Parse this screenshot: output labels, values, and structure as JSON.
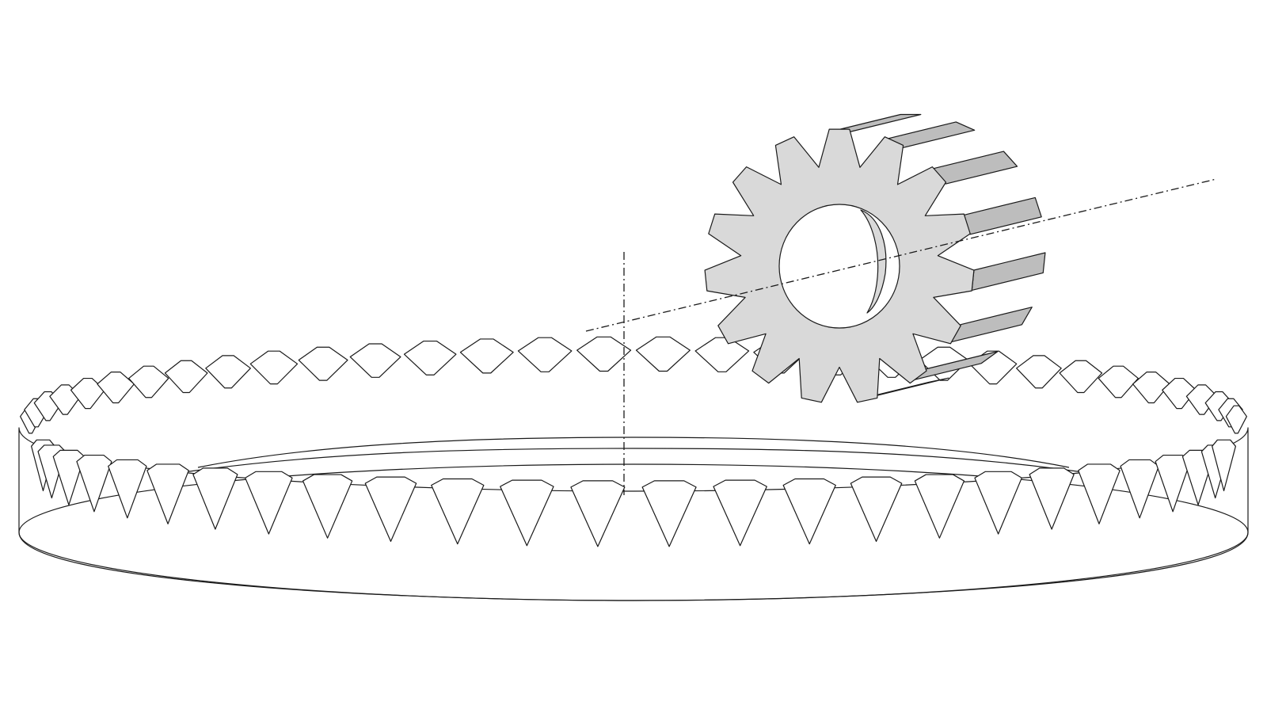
{
  "figure": {
    "background": "#ffffff",
    "line_color": "#1a1a1a",
    "pinion_fill": "#d9d9d9",
    "ring_fill": "#ffffff"
  },
  "ring_gear": {
    "visible_teeth_front": 26,
    "visible_teeth_back": 32
  },
  "pinion_gear": {
    "teeth": 15
  }
}
